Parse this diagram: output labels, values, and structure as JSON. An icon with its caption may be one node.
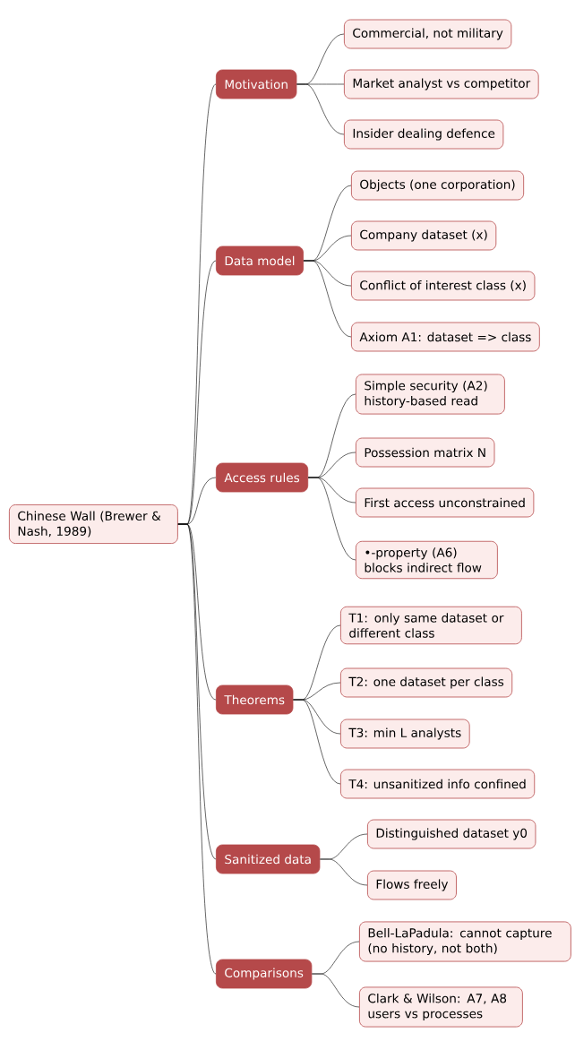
{
  "diagram": {
    "nodes": [
      {
        "text": [
          "Chinese Wall (Brewer & Nash, 1989)"
        ]
      },
      {
        "text": [
          "Motivation"
        ]
      },
      {
        "text": [
          "Commercial, not military"
        ]
      },
      {
        "text": [
          "Market analyst vs competitor"
        ]
      },
      {
        "text": [
          "Insider dealing defence"
        ]
      },
      {
        "text": [
          "Data model"
        ]
      },
      {
        "text": [
          "Objects (one corporation)"
        ]
      },
      {
        "text": [
          "Company dataset (x)"
        ]
      },
      {
        "text": [
          "Conflict of interest class (x)"
        ]
      },
      {
        "text": [
          "Axiom A1: dataset => class"
        ]
      },
      {
        "text": [
          "Access rules"
        ]
      },
      {
        "text": [
          "Simple security (A2) history-based read"
        ]
      },
      {
        "text": [
          "Possession matrix N"
        ]
      },
      {
        "text": [
          "First access unconstrained"
        ]
      },
      {
        "text": [
          "•-property (A6) blocks indirect flow"
        ]
      },
      {
        "text": [
          "Theorems"
        ]
      },
      {
        "text": [
          "T1: only same dataset or different class"
        ]
      },
      {
        "text": [
          "T2: one dataset per class"
        ]
      },
      {
        "text": [
          "T3: min L analysts"
        ]
      },
      {
        "text": [
          "T4: unsanitized info confined"
        ]
      },
      {
        "text": [
          "Sanitized data"
        ]
      },
      {
        "text": [
          "Distinguished dataset y0"
        ]
      },
      {
        "text": [
          "Flows freely"
        ]
      },
      {
        "text": [
          "Comparisons"
        ]
      },
      {
        "text": [
          "Bell-LaPadula: cannot capture (no history, not both)"
        ]
      },
      {
        "text": [
          "Clark & Wilson: A7, A8 users vs processes"
        ]
      }
    ],
    "edges": [
      {
        "from": 0,
        "to": 1,
        "arrow": "none"
      },
      {
        "from": 1,
        "to": 2,
        "arrow": "none"
      },
      {
        "from": 1,
        "to": 3,
        "arrow": "none"
      },
      {
        "from": 1,
        "to": 4,
        "arrow": "none"
      },
      {
        "from": 0,
        "to": 5,
        "arrow": "none"
      },
      {
        "from": 5,
        "to": 6,
        "arrow": "none"
      },
      {
        "from": 5,
        "to": 7,
        "arrow": "none"
      },
      {
        "from": 5,
        "to": 8,
        "arrow": "none"
      },
      {
        "from": 5,
        "to": 9,
        "arrow": "none"
      },
      {
        "from": 0,
        "to": 10,
        "arrow": "none"
      },
      {
        "from": 10,
        "to": 11,
        "arrow": "none"
      },
      {
        "from": 10,
        "to": 12,
        "arrow": "none"
      },
      {
        "from": 10,
        "to": 13,
        "arrow": "none"
      },
      {
        "from": 10,
        "to": 14,
        "arrow": "none"
      },
      {
        "from": 0,
        "to": 15,
        "arrow": "none"
      },
      {
        "from": 15,
        "to": 16,
        "arrow": "none"
      },
      {
        "from": 15,
        "to": 17,
        "arrow": "none"
      },
      {
        "from": 15,
        "to": 18,
        "arrow": "none"
      },
      {
        "from": 15,
        "to": 19,
        "arrow": "none"
      },
      {
        "from": 0,
        "to": 20,
        "arrow": "none"
      },
      {
        "from": 20,
        "to": 21,
        "arrow": "none"
      },
      {
        "from": 20,
        "to": 22,
        "arrow": "none"
      },
      {
        "from": 0,
        "to": 23,
        "arrow": "none"
      },
      {
        "from": 23,
        "to": 24,
        "arrow": "none"
      },
      {
        "from": 23,
        "to": 25,
        "arrow": "none"
      }
    ]
  }
}
